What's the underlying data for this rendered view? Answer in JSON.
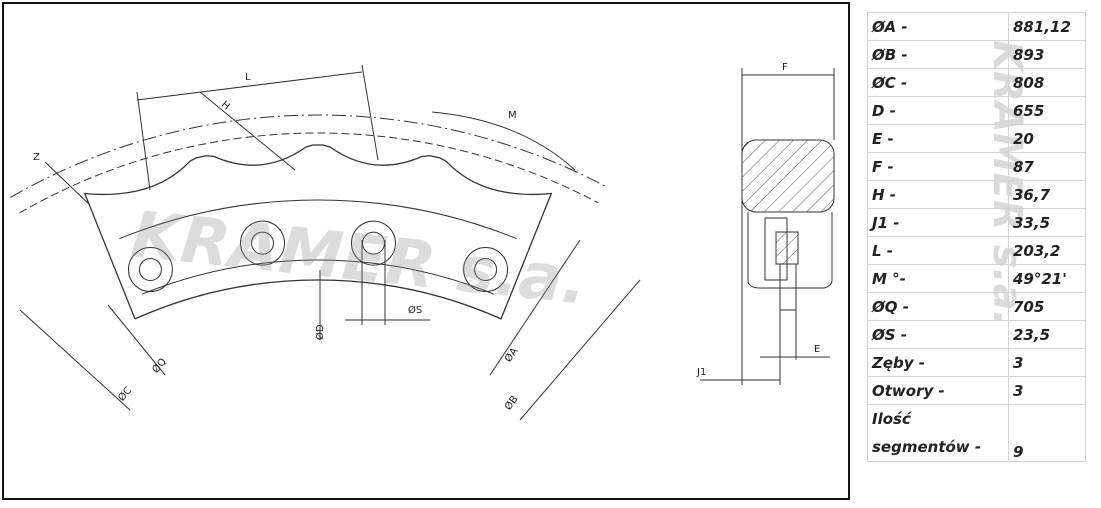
{
  "drawing": {
    "labels": {
      "L": "L",
      "H": "H",
      "M": "M",
      "Z": "Z",
      "C": "ØC",
      "Q": "ØQ",
      "D": "ØD",
      "S": "ØS",
      "A": "ØA",
      "B": "ØB",
      "F": "F",
      "E": "E",
      "J1": "J1"
    },
    "watermark": "KRAMER s.a."
  },
  "specs": [
    {
      "key": "ØA -",
      "value": "881,12"
    },
    {
      "key": "ØB -",
      "value": "893"
    },
    {
      "key": "ØC -",
      "value": "808"
    },
    {
      "key": "D -",
      "value": "655"
    },
    {
      "key": "E -",
      "value": "20"
    },
    {
      "key": "F -",
      "value": "87"
    },
    {
      "key": "H -",
      "value": "36,7"
    },
    {
      "key": "J1 -",
      "value": "33,5"
    },
    {
      "key": "L -",
      "value": "203,2"
    },
    {
      "key": "M °-",
      "value": "49°21'"
    },
    {
      "key": "ØQ -",
      "value": "705"
    },
    {
      "key": "ØS -",
      "value": "23,5"
    },
    {
      "key": "Zęby -",
      "value": "3"
    },
    {
      "key": "Otwory -",
      "value": "3"
    },
    {
      "key": "Ilość segmentów -",
      "value": "9"
    }
  ]
}
